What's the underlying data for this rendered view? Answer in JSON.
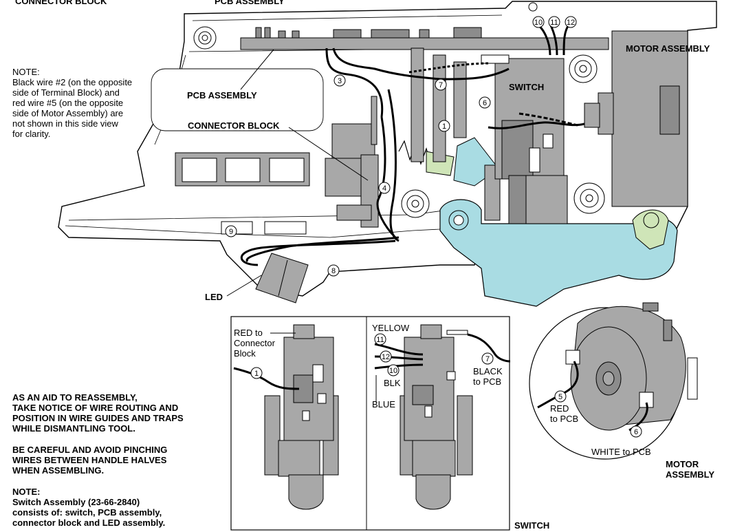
{
  "top_labels": {
    "connector_block_top": "CONNECTOR BLOCK",
    "pcb_assembly_top": "PCB ASSEMBLY"
  },
  "labels": {
    "pcb_assembly": "PCB ASSEMBLY",
    "connector_block": "CONNECTOR BLOCK",
    "switch": "SWITCH",
    "motor_assembly": "MOTOR ASSEMBLY",
    "led": "LED"
  },
  "note_top": {
    "heading": "NOTE:",
    "lines": [
      "Black wire #2 (on the opposite",
      "side of Terminal Block) and",
      "red wire #5 (on the opposite",
      "side of Motor Assembly) are",
      "not shown in this side view",
      "for clarity."
    ]
  },
  "instructions": {
    "para1": [
      "AS AN AID TO REASSEMBLY,",
      "TAKE NOTICE OF WIRE ROUTING AND",
      "POSITION IN WIRE GUIDES AND TRAPS",
      "WHILE DISMANTLING TOOL."
    ],
    "para2": [
      "BE CAREFUL AND AVOID PINCHING",
      "WIRES BETWEEN HANDLE HALVES",
      "WHEN ASSEMBLING."
    ]
  },
  "note_bottom": {
    "heading": "NOTE:",
    "lines": [
      "Switch Assembly (23-66-2840)",
      "consists of: switch, PCB assembly,",
      "connector block and LED assembly."
    ]
  },
  "wire_numbers": {
    "w1": "1",
    "w3": "3",
    "w4": "4",
    "w6": "6",
    "w7": "7",
    "w8": "8",
    "w9": "9",
    "w10": "10",
    "w11": "11",
    "w12": "12"
  },
  "switch_detail": {
    "title": "SWITCH",
    "left_label_lines": [
      "RED to",
      "Connector",
      "Block"
    ],
    "left_wire": "1",
    "yellow": "YELLOW",
    "blk": "BLK",
    "blue": "BLUE",
    "black_to_pcb_lines": [
      "BLACK",
      "to PCB"
    ],
    "w7": "7",
    "w10": "10",
    "w11": "11",
    "w12": "12"
  },
  "motor_detail": {
    "title_lines": [
      "MOTOR",
      "ASSEMBLY"
    ],
    "red_lines": [
      "RED",
      "to PCB"
    ],
    "white": "WHITE to PCB",
    "w5": "5",
    "w6": "6"
  },
  "colors": {
    "housing_fill": "#ffffff",
    "part_gray": "#a8a8a8",
    "dark_gray": "#8c8c8c",
    "blue_part": "#a9dce3",
    "green_part": "#cfe5b8",
    "line": "#000000"
  }
}
